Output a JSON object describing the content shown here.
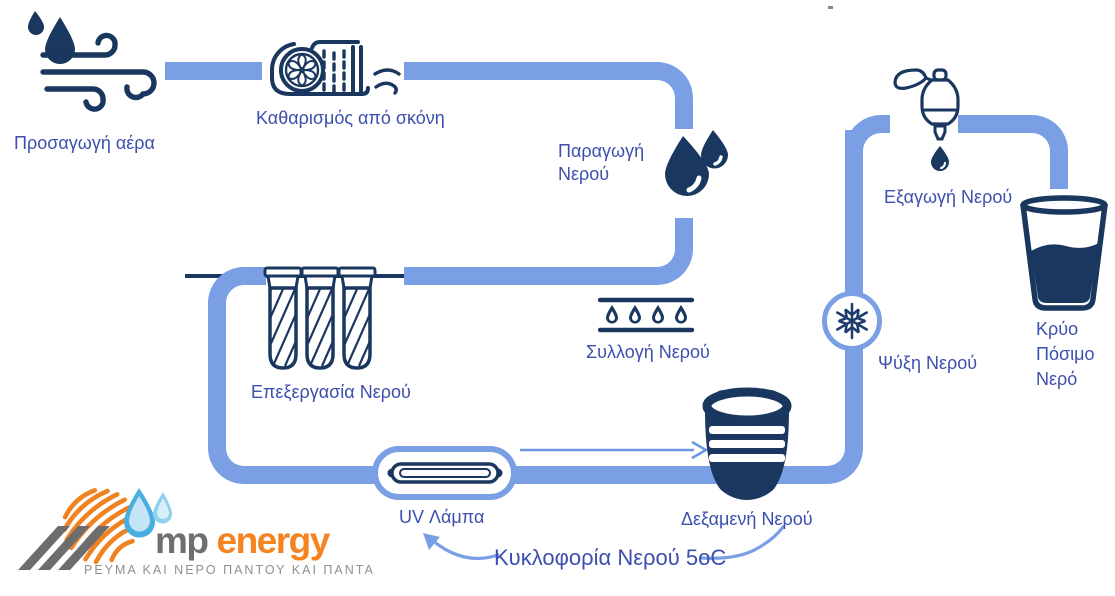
{
  "colors": {
    "pipe_blue": "#7a9fe4",
    "icon_navy": "#1a375f",
    "label_blue": "#3d4fae",
    "logo_orange": "#f5831f",
    "logo_gray": "#6f6f6f",
    "logo_drop_blue": "#49ade0"
  },
  "labels": {
    "air_supply": "Προσαγωγή αέρα",
    "dust_cleaning": "Καθαρισμός από σκόνη",
    "water_production": "Παραγωγή Νερού",
    "water_collection": "Συλλογή Νερού",
    "water_treatment": "Επεξεργασία Νερού",
    "uv_lamp": "UV Λάμπα",
    "water_tank": "Δεξαμενή Νερού",
    "water_cooling": "Ψύξη Νερού",
    "water_extraction": "Εξαγωγή Νερού",
    "cold_drinking_water": "Κρύο Πόσιμο Νερό",
    "water_circulation": "Κυκλοφορία Νερού 5oC"
  },
  "logo": {
    "brand_primary": "mp",
    "brand_secondary": "energy",
    "tagline": "ΡΕΥΜΑ ΚΑΙ ΝΕΡΟ ΠΑΝΤΟΥ ΚΑΙ ΠΑΝΤΑ"
  }
}
